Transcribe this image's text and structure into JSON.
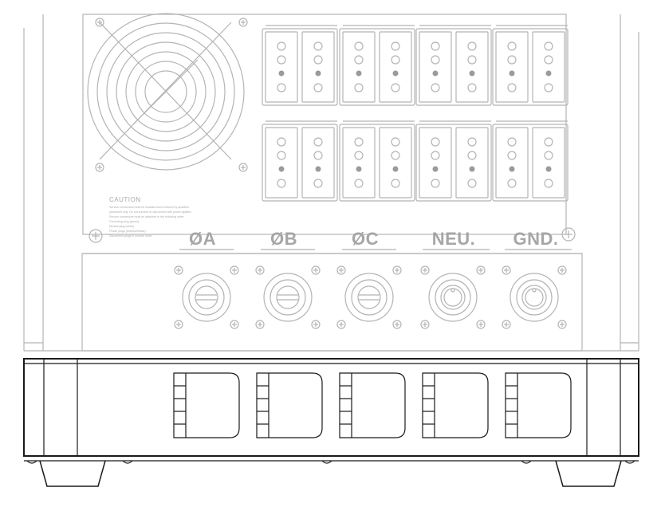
{
  "caution": {
    "title": "CAUTION",
    "lines": [
      "Service connectors must be installed and removed by qualified",
      "personnel only. Do not connect or disconnect with power applied.",
      "Service connectors must be attached in the following order:",
      "Grounding plug (green),",
      "Neutral plug (white),",
      "Phase plugs (red/blue/black).",
      "Disconnect plugs in reverse order."
    ]
  },
  "connector_labels": {
    "phase_a": "ØA",
    "phase_b": "ØB",
    "phase_c": "ØC",
    "neutral": "NEU.",
    "ground": "GND."
  },
  "icons": {
    "fan": "fan-grille-icon",
    "panel_screw": "screw-icon",
    "camlock": "camlock-connector-icon",
    "outlet": "outlet-module-icon",
    "handle": "handle-cutout-icon"
  },
  "colors": {
    "faded_line": "#b4b4b4",
    "dark_line": "#1a1a1a",
    "outlet_dot": "#9a9a9a"
  }
}
